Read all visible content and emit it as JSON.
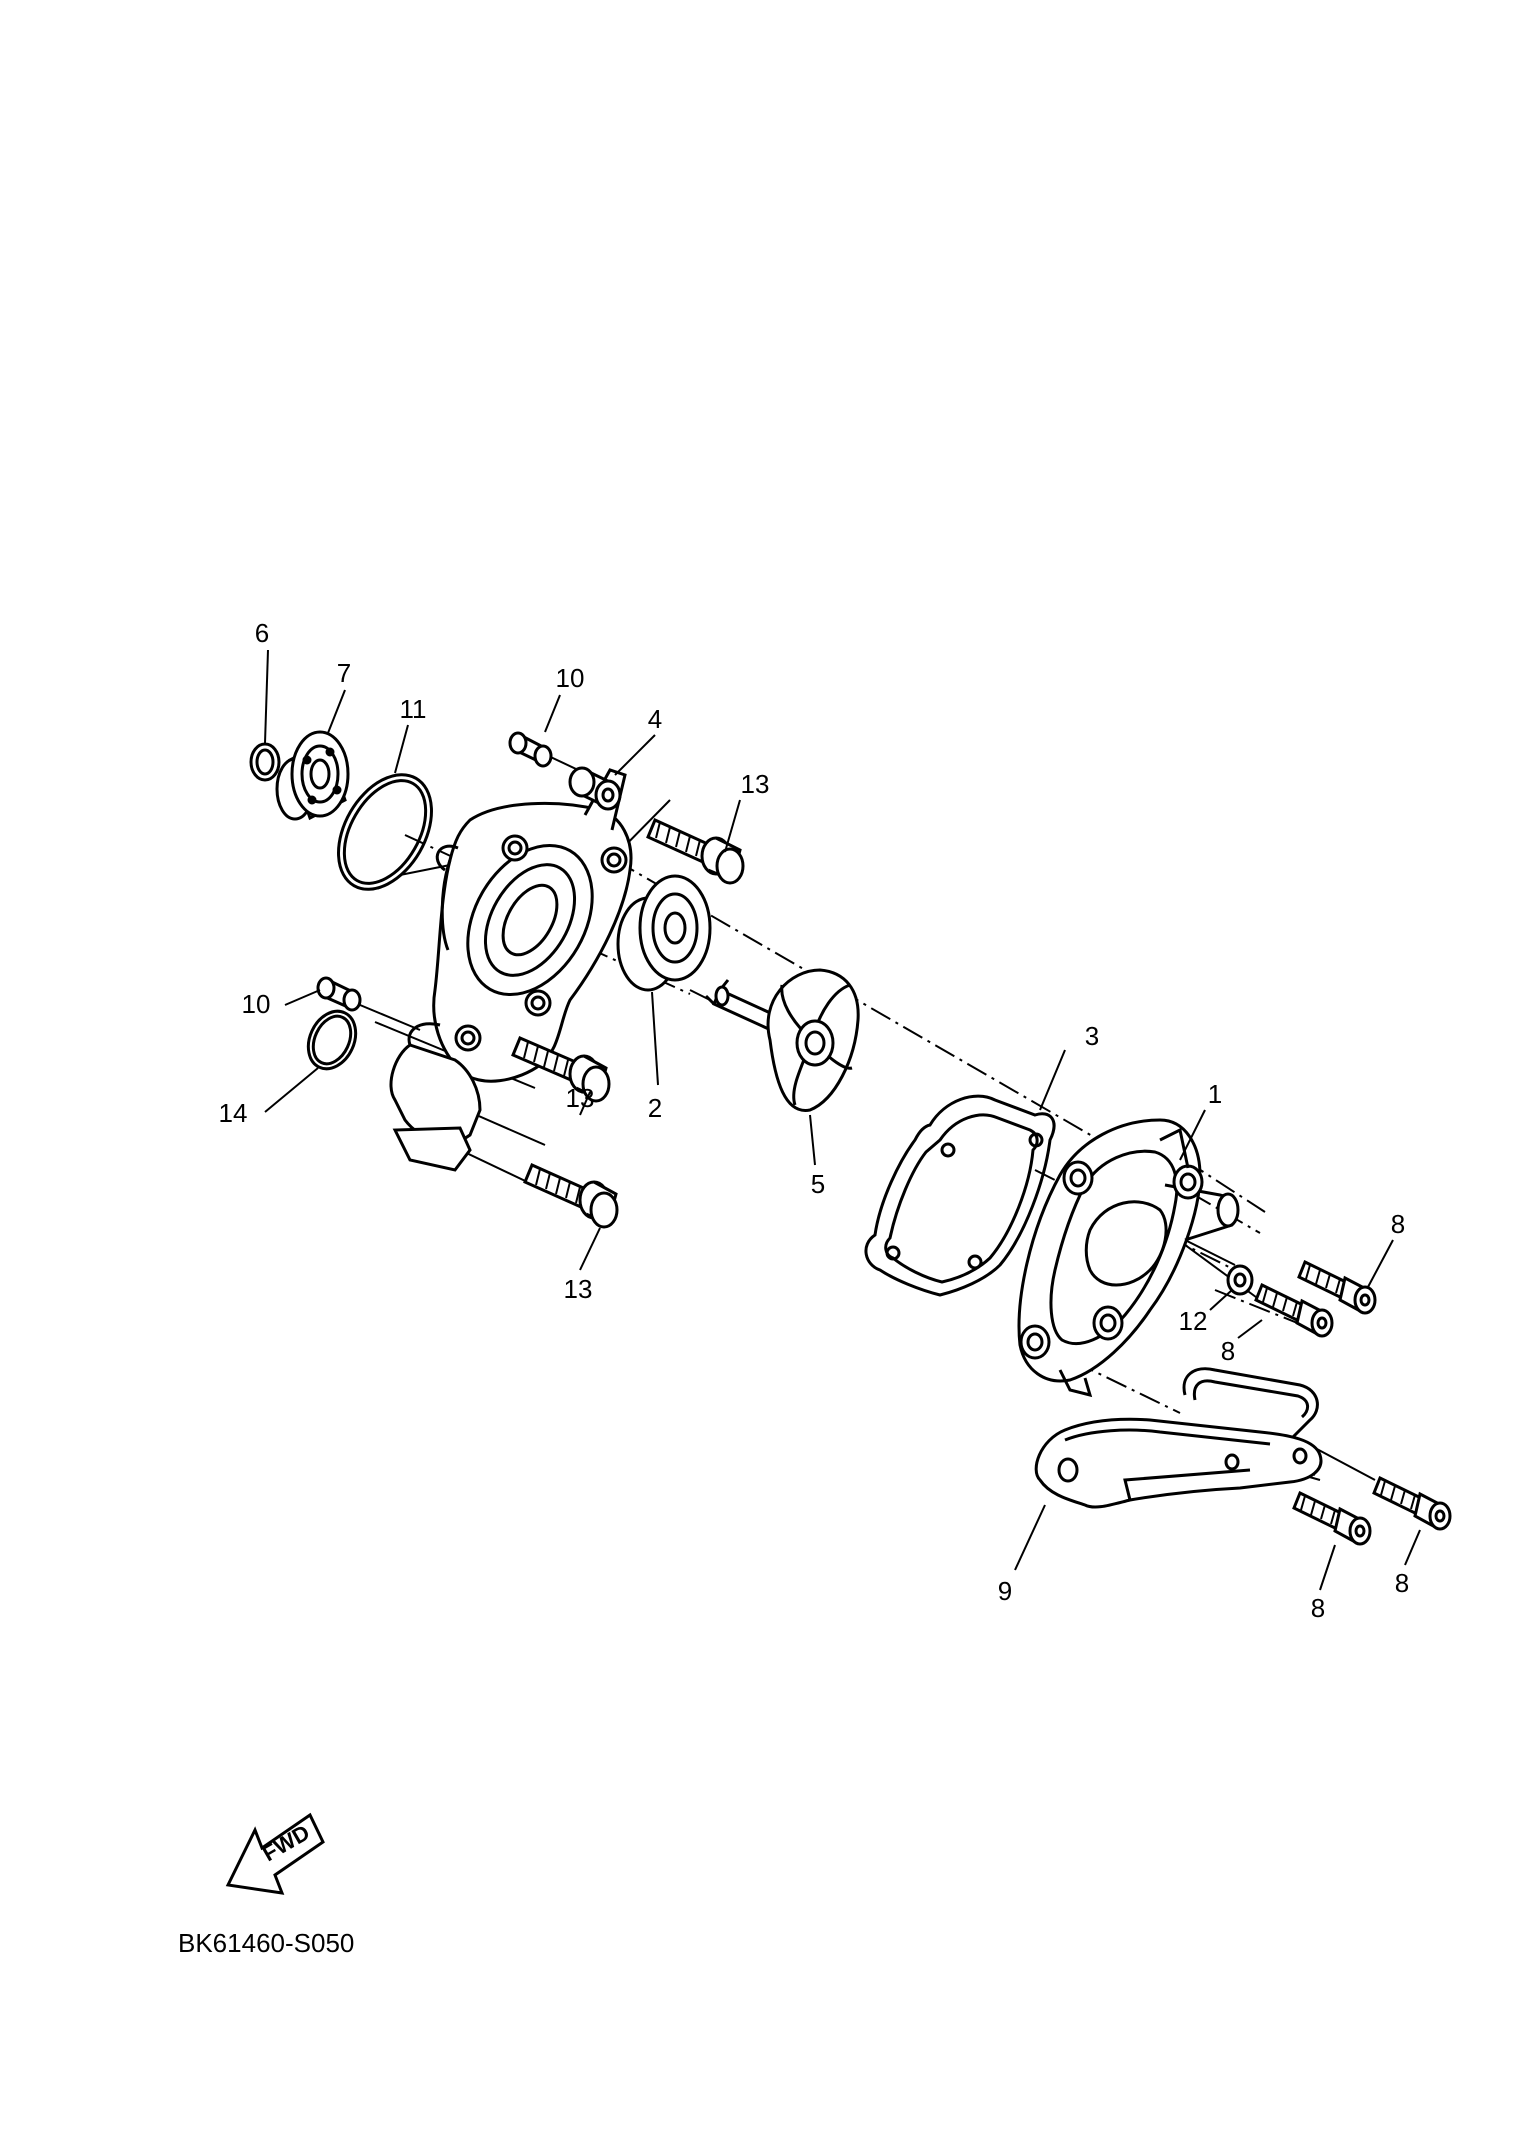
{
  "diagram": {
    "code": "BK61460-S050",
    "direction_label": "FWD",
    "colors": {
      "line": "#000000",
      "background": "#ffffff"
    },
    "callouts": [
      {
        "id": "c1",
        "label": "1"
      },
      {
        "id": "c2",
        "label": "2"
      },
      {
        "id": "c3",
        "label": "3"
      },
      {
        "id": "c4",
        "label": "4"
      },
      {
        "id": "c5",
        "label": "5"
      },
      {
        "id": "c6",
        "label": "6"
      },
      {
        "id": "c7",
        "label": "7"
      },
      {
        "id": "c8a",
        "label": "8"
      },
      {
        "id": "c8b",
        "label": "8"
      },
      {
        "id": "c8c",
        "label": "8"
      },
      {
        "id": "c8d",
        "label": "8"
      },
      {
        "id": "c9",
        "label": "9"
      },
      {
        "id": "c10a",
        "label": "10"
      },
      {
        "id": "c10b",
        "label": "10"
      },
      {
        "id": "c11",
        "label": "11"
      },
      {
        "id": "c12",
        "label": "12"
      },
      {
        "id": "c13a",
        "label": "13"
      },
      {
        "id": "c13b",
        "label": "13"
      },
      {
        "id": "c13c",
        "label": "13"
      },
      {
        "id": "c14",
        "label": "14"
      }
    ]
  }
}
